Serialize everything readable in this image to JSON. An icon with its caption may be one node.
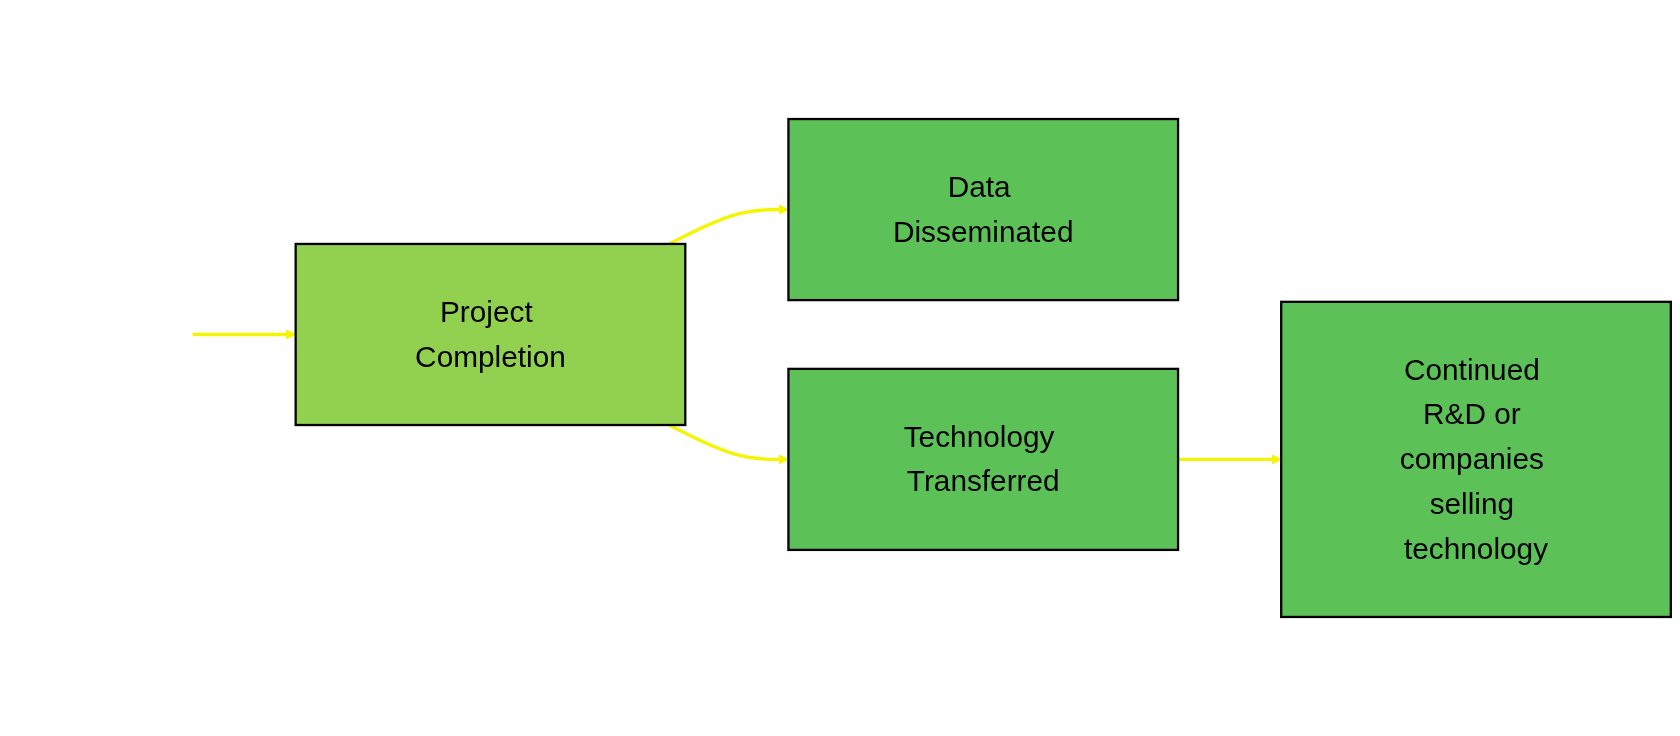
{
  "diagram": {
    "nodes": [
      {
        "text": [
          "Project Completion"
        ]
      },
      {
        "text": [
          "Data Disseminated"
        ]
      },
      {
        "text": [
          "Technology Transferred"
        ]
      },
      {
        "text": [
          "Continued R&D or companies selling technology"
        ]
      }
    ],
    "edges": [
      {
        "from": null,
        "to": 0,
        "arrow": "to"
      },
      {
        "from": 0,
        "to": 1,
        "arrow": "to"
      },
      {
        "from": 0,
        "to": 2,
        "arrow": "to"
      },
      {
        "from": 2,
        "to": 3,
        "arrow": "to"
      }
    ]
  }
}
